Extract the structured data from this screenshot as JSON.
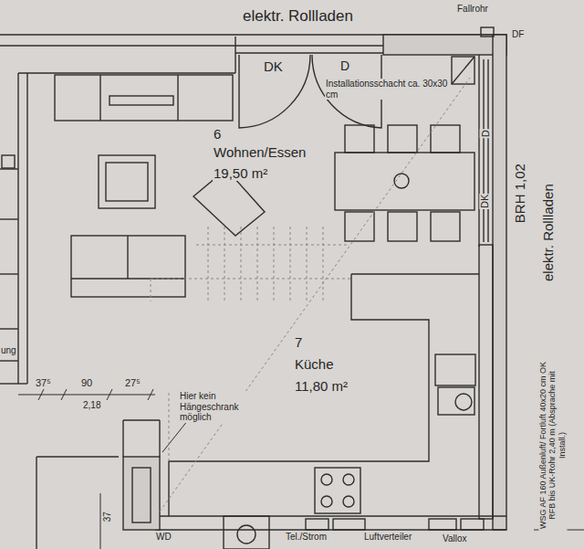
{
  "diagram": {
    "labels": [
      "elektr. Rollladen",
      "Fallrohr",
      "DF",
      "DK",
      "D",
      "Installationsschacht ca. 30x30 cm",
      "6",
      "Wohnen/Essen",
      "19,50 m²",
      "D",
      "DK",
      "BRH 1,02",
      "elektr. Rollladen",
      "7",
      "Küche",
      "11,80 m²",
      "ung",
      "37⁵",
      "90",
      "27⁵",
      "2,18",
      "Hier kein Hängeschrank möglich",
      "WSG AF 160 Außenluft/ Fortluft 40x20 cm OK RFB bis UK-Rohr 2,40 m (Absprache mit Install.)",
      "37",
      "WD",
      "Tel./Strom",
      "Luftverteiler",
      "Vallox"
    ]
  }
}
